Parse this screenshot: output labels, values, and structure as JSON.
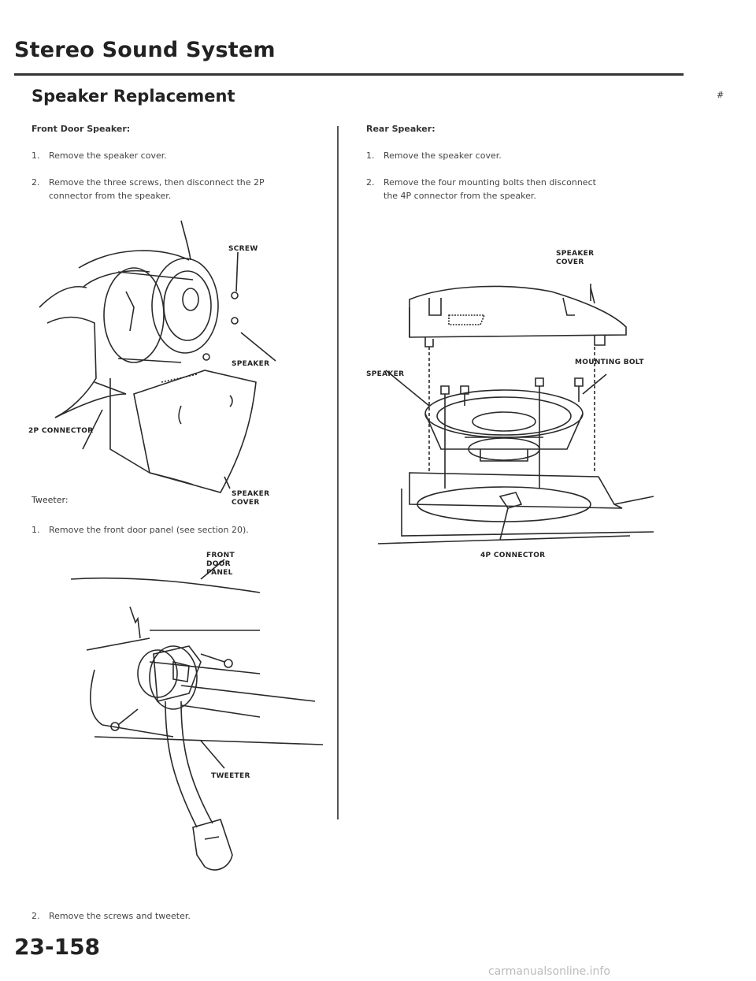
{
  "header": {
    "title": "Stereo Sound System",
    "subtitle": "Speaker Replacement",
    "page_mark": "#"
  },
  "front_door": {
    "heading": "Front Door Speaker:",
    "steps": [
      {
        "num": "1.",
        "text": "Remove the speaker cover."
      },
      {
        "num": "2.",
        "text": "Remove the three screws, then disconnect the 2P",
        "text2": "connector from the speaker."
      }
    ],
    "figure_labels": {
      "screw": "SCREW",
      "speaker": "SPEAKER",
      "connector": "2P CONNECTOR",
      "cover_1": "SPEAKER",
      "cover_2": "COVER"
    }
  },
  "tweeter": {
    "heading": "Tweeter:",
    "steps": [
      {
        "num": "1.",
        "text": "Remove the front door panel (see section 20)."
      },
      {
        "num": "2.",
        "text": "Remove the screws and tweeter."
      }
    ],
    "figure_labels": {
      "panel_1": "FRONT",
      "panel_2": "DOOR",
      "panel_3": "PANEL",
      "tweeter": "TWEETER"
    }
  },
  "rear": {
    "heading": "Rear Speaker:",
    "steps": [
      {
        "num": "1.",
        "text": "Remove the speaker cover."
      },
      {
        "num": "2.",
        "text": "Remove the four mounting bolts then disconnect",
        "text2": "the 4P connector from the speaker."
      }
    ],
    "figure_labels": {
      "cover_1": "SPEAKER",
      "cover_2": "COVER",
      "bolt": "MOUNTING BOLT",
      "speaker": "SPEAKER",
      "connector": "4P CONNECTOR"
    }
  },
  "footer": {
    "page_number": "23-158",
    "watermark": "carmanualsonline.info"
  }
}
